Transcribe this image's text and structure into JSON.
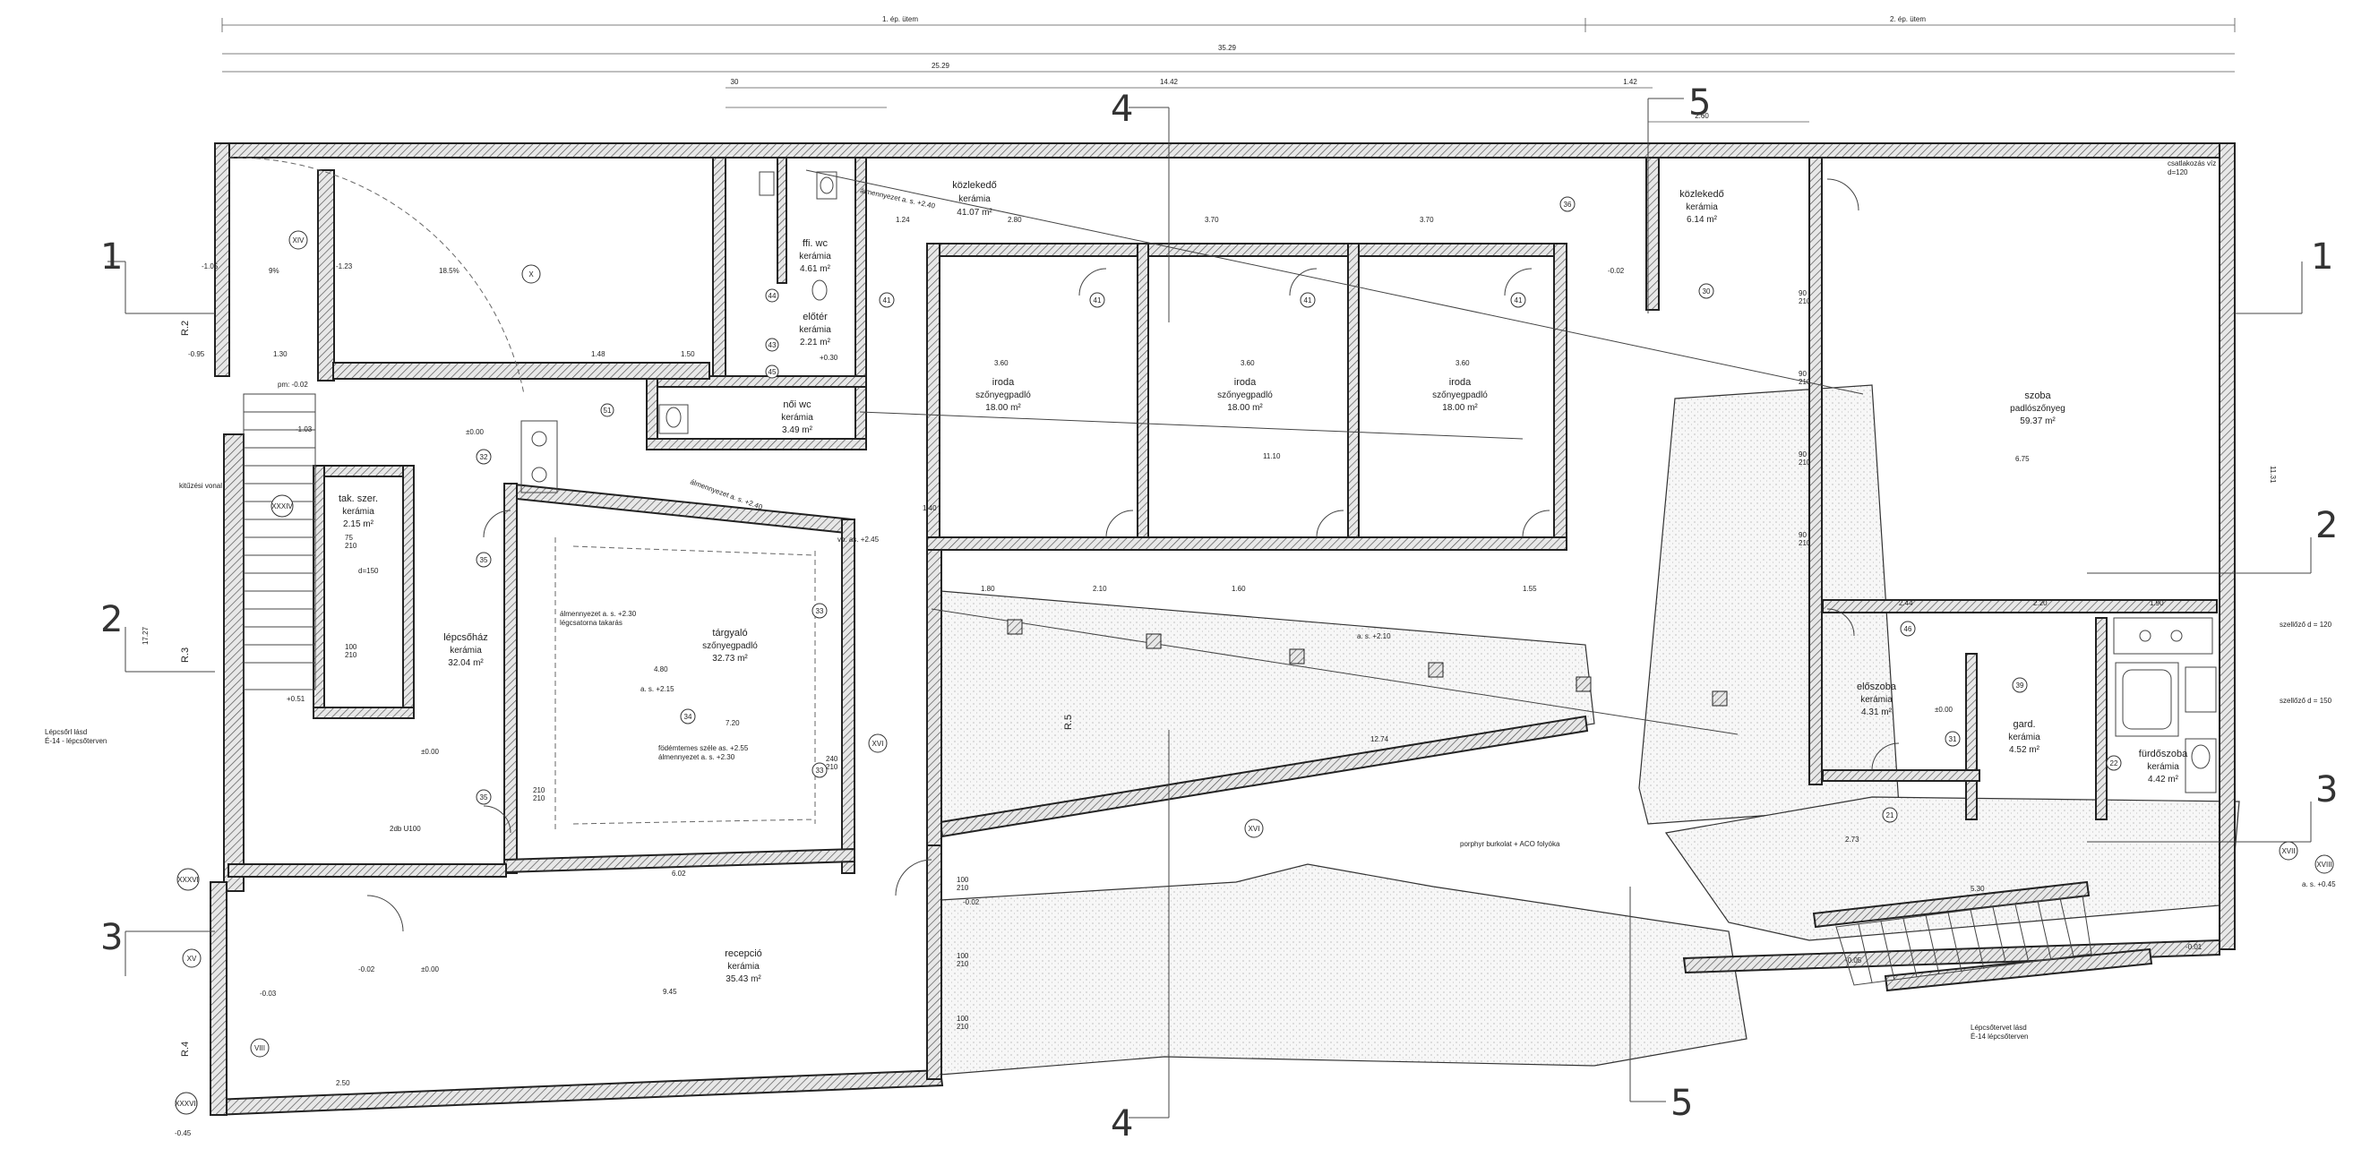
{
  "top_dims": {
    "stage1": "1. ép. ütem",
    "stage2": "2. ép. ütem",
    "overall": "35.29",
    "d1": "25.29",
    "d2": "14.42",
    "d3": "1.42",
    "d4": "2.60",
    "d5": "30"
  },
  "sections": {
    "s1": "1",
    "s2": "2",
    "s3": "3",
    "s4": "4",
    "s5": "5"
  },
  "axes": {
    "r2": "R.2",
    "r3": "R.3",
    "r4": "R.4",
    "r5": "R.5"
  },
  "rooms": [
    {
      "name": "közlekedő",
      "floor": "kerámia",
      "area": "41.07 m²"
    },
    {
      "name": "közlekedő",
      "floor": "kerámia",
      "area": "6.14 m²"
    },
    {
      "name": "ffi. wc",
      "floor": "kerámia",
      "area": "4.61 m²"
    },
    {
      "name": "előtér",
      "floor": "kerámia",
      "area": "2.21 m²"
    },
    {
      "name": "női wc",
      "floor": "kerámia",
      "area": "3.49 m²"
    },
    {
      "name": "iroda",
      "floor": "szőnyegpadló",
      "area": "18.00 m²"
    },
    {
      "name": "iroda",
      "floor": "szőnyegpadló",
      "area": "18.00 m²"
    },
    {
      "name": "iroda",
      "floor": "szőnyegpadló",
      "area": "18.00 m²"
    },
    {
      "name": "tak. szer.",
      "floor": "kerámia",
      "area": "2.15 m²"
    },
    {
      "name": "lépcsőház",
      "floor": "kerámia",
      "area": "32.04 m²"
    },
    {
      "name": "tárgyaló",
      "floor": "szőnyegpadló",
      "area": "32.73 m²"
    },
    {
      "name": "recepció",
      "floor": "kerámia",
      "area": "35.43 m²"
    },
    {
      "name": "szoba",
      "floor": "padlószőnyeg",
      "area": "59.37 m²"
    },
    {
      "name": "előszoba",
      "floor": "kerámia",
      "area": "4.31 m²"
    },
    {
      "name": "gard.",
      "floor": "kerámia",
      "area": "4.52 m²"
    },
    {
      "name": "fürdőszoba",
      "floor": "kerámia",
      "area": "4.42 m²"
    }
  ],
  "annotations": {
    "paving": "porphyr burkolat + ACO folyóka",
    "ceiling1": "álmennyezet a. s. +2.30",
    "ceiling1b": "légcsatorna takarás",
    "ceiling2": "födémtemes széle as. +2.55",
    "ceiling2b": "álmennyezet a. s. +2.30",
    "stair_left": "Lépcsőrl lásd",
    "stair_left_b": "É-14 - lépcsőterven",
    "stair_right": "Lépcsőtervet lásd",
    "stair_right_b": "É-14 lépcsőterven",
    "ceiling_top": "álmennyezet a. s. +2.40",
    "ceiling_mid": "álmennyezet a. s. +2.40",
    "ceiling_vb": "vb. as. +2.45",
    "as210": "a. s. +2.10",
    "as215": "a. s. +2.15",
    "kiteszes": "kitűzési vonal",
    "csatlakozas": "csatlakozás víz",
    "szellozo1": "szellőző d = 120",
    "szellozo2": "szellőző d = 150",
    "as045": "a. s. +0.45",
    "tube": "2db U100",
    "dn150": "d=150",
    "dn120": "d=120"
  },
  "levels": {
    "l1": "±0.00",
    "l2": "-0.02",
    "l3": "-0.05",
    "l4": "-1.05",
    "l5": "-1.23",
    "l6": "-1.03",
    "l7": "-0.95",
    "l8": "-0.45",
    "l9": "-0.03",
    "l10": "-0.01",
    "l11": "+0.51",
    "l12": "-0.02",
    "l13": "pm: -0.02",
    "l14": "+0.30",
    "l15": "-0.02"
  },
  "slope": {
    "pct1": "9%",
    "pct2": "18.5%"
  },
  "dims": {
    "d_370a": "3.70",
    "d_370b": "3.70",
    "d_280": "2.80",
    "d_124": "1.24",
    "d_360a": "3.60",
    "d_360b": "3.60",
    "d_360c": "3.60",
    "d_1110": "11.10",
    "d_1274": "12.74",
    "d_945": "9.45",
    "d_602": "6.02",
    "d_480": "4.80",
    "d_720": "7.20",
    "d_675": "6.75",
    "d_530": "5.30",
    "d_244": "2.44",
    "d_220": "2.20",
    "d_190": "1.90",
    "d_273": "2.73",
    "d_210": "2.10",
    "d_160": "1.60",
    "d_155": "1.55",
    "d_180": "1.80",
    "d_140": "1.40",
    "d_130": "1.30",
    "d_148": "1.48",
    "d_150": "1.50",
    "d_250": "2.50",
    "d_2772": "17.27",
    "d_1131": "11.31"
  },
  "doors": {
    "d1": "90\n210",
    "d2": "100\n210",
    "d3": "75\n210",
    "d4": "210\n210",
    "d5": "240\n210"
  },
  "markers": {
    "m41a": "41",
    "m41b": "41",
    "m41c": "41",
    "m41d": "41",
    "m32": "32",
    "m33a": "33",
    "m33b": "33",
    "m34": "34",
    "m35a": "35",
    "m35b": "35",
    "m31": "31",
    "m30": "30",
    "m36": "36",
    "m39": "39",
    "m46": "46",
    "m21": "21",
    "m22": "22",
    "m43": "43",
    "m44": "44",
    "m45": "45",
    "m51": "51",
    "xv": "XV",
    "xvi": "XVI",
    "xvii": "XVII",
    "xviii": "XVIII",
    "xxxvi": "XXXVI",
    "xxxiv": "XXXIV",
    "xxxvii": "XXXVII",
    "xiv": "XIV",
    "x": "X",
    "viii": "VIII"
  },
  "colors": {
    "ink": "#222222",
    "wall_fill": "#cfcfcf",
    "paper": "#ffffff"
  }
}
